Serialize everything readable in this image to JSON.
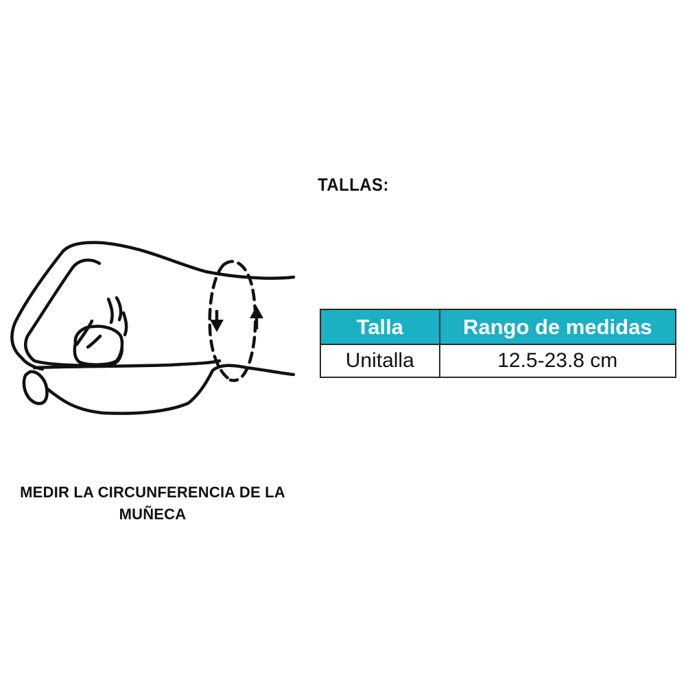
{
  "title": "TALLAS:",
  "caption": {
    "line1": "MEDIR LA CIRCUNFERENCIA DE LA",
    "line2": "MUÑECA"
  },
  "size_table": {
    "headers": [
      "Talla",
      "Rango de medidas"
    ],
    "rows": [
      [
        "Unitalla",
        "12.5-23.8 cm"
      ]
    ],
    "header_color": "#1bb0c4"
  },
  "illustration": {
    "icon": "wrist-measure-icon"
  }
}
